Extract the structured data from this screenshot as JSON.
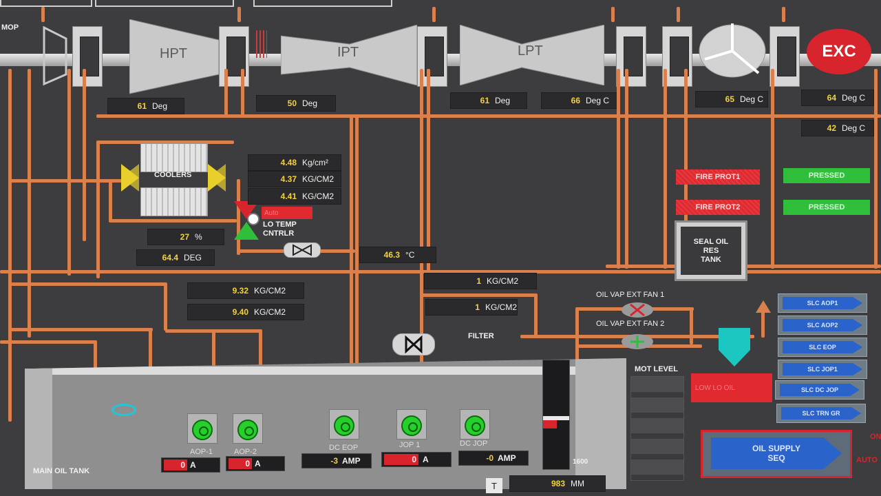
{
  "header": {
    "mop_label": "MOP"
  },
  "turbines": {
    "hpt": "HPT",
    "ipt": "IPT",
    "lpt": "LPT",
    "exc": "EXC"
  },
  "temps": {
    "t1": {
      "value": "61",
      "unit": "Deg"
    },
    "t2": {
      "value": "50",
      "unit": "Deg"
    },
    "t3": {
      "value": "61",
      "unit": "Deg"
    },
    "t4": {
      "value": "66",
      "unit": "Deg C"
    },
    "t5": {
      "value": "65",
      "unit": "Deg C"
    },
    "t6": {
      "value": "64",
      "unit": "Deg C"
    },
    "t7": {
      "value": "42",
      "unit": "Deg C"
    }
  },
  "coolers": {
    "label": "COOLERS"
  },
  "pressures": {
    "p1": {
      "value": "4.48",
      "unit": "Kg/cm²"
    },
    "p2": {
      "value": "4.37",
      "unit": "KG/CM2"
    },
    "p3": {
      "value": "4.41",
      "unit": "KG/CM2"
    },
    "p4": {
      "value": "9.32",
      "unit": "KG/CM2"
    },
    "p5": {
      "value": "9.40",
      "unit": "KG/CM2"
    },
    "p6": {
      "value": "1",
      "unit": "KG/CM2"
    },
    "p7": {
      "value": "1",
      "unit": "KG/CM2"
    }
  },
  "lo_temp": {
    "label": "LO TEMP\nCNTRLR",
    "alarm_text": "Auto",
    "percent": {
      "value": "27",
      "unit": "%"
    },
    "deg": {
      "value": "64.4",
      "unit": "DEG"
    }
  },
  "oil_temp": {
    "value": "46.3",
    "unit": "°C"
  },
  "fire_prot": {
    "p1": "FIRE PROT1",
    "p2": "FIRE PROT2",
    "s1": "PRESSED",
    "s2": "PRESSED"
  },
  "seal_oil": {
    "label": "SEAL OIL\nRES\nTANK"
  },
  "fans": {
    "fan1": "OIL VAP EXT FAN 1",
    "fan2": "OIL VAP EXT FAN 2"
  },
  "filter": {
    "label": "FILTER"
  },
  "slc": [
    "SLC AOP1",
    "SLC AOP2",
    "SLC EOP",
    "SLC JOP1",
    "SLC DC JOP",
    "SLC TRN GR"
  ],
  "oil_supply": {
    "label": "OIL SUPPLY\nSEQ"
  },
  "mot_level": {
    "label": "MOT LEVEL",
    "scale": "1600",
    "value": "983",
    "unit": "MM",
    "t_label": "T",
    "alarm_text": "LOW LO OIL",
    "level_fraction": 0.45
  },
  "tank": {
    "label": "MAIN OIL TANK"
  },
  "pumps": [
    {
      "name": "AOP-1",
      "value": "0",
      "unit": "A",
      "red": true
    },
    {
      "name": "AOP-2",
      "value": "0",
      "unit": "A",
      "red": true
    },
    {
      "name": "DC EOP",
      "value": "-3",
      "unit": "AMP",
      "red": false
    },
    {
      "name": "JOP 1",
      "value": "0",
      "unit": "A",
      "red": true
    },
    {
      "name": "DC JOP",
      "value": "-0",
      "unit": "AMP",
      "red": false
    }
  ],
  "edge_text": {
    "on": "ON",
    "auto": "AUTO"
  },
  "colors": {
    "pipe": "#d9804d",
    "alarm_red": "#d8242d",
    "ok_green": "#2fbf3a",
    "slc_blue": "#2a63c9",
    "background": "#3d3c3e"
  }
}
